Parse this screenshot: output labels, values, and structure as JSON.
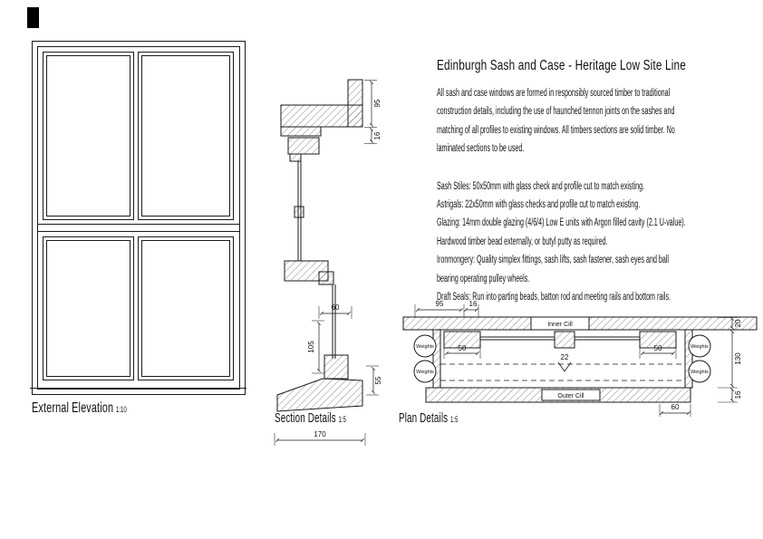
{
  "sheet": {
    "title": "Edinburgh Sash and Case - Heritage Low Site Line",
    "intro_lines": [
      "All sash and case windows are formed in responsibly sourced timber to traditional",
      "construction details, including the use of haunched tennon joints on the sashes and",
      "matching of all profiles to existing windows.  All timbers sections are solid timber.  No",
      "laminated sections to be used."
    ],
    "spec_lines": [
      "Sash Stiles:  50x50mm with glass check and profile cut to match existing.",
      "Astrigals:  22x50mm with glass checks and profile cut to match existing.",
      "Glazing:  14mm double glazing (4/6/4) Low E units with Argon filled cavity (2.1 U-value).",
      "Hardwood timber bead externally, or butyl putty as required.",
      "Ironmongery:  Quality simplex fittings, sash lifts, sash fastener, sash eyes and ball",
      "bearing operating pulley wheels.",
      "Draft Seals:  Run into parting beads, batton rod and meeting rails and bottom rails."
    ]
  },
  "elevation": {
    "label": "External Elevation",
    "scale": "1:10"
  },
  "section": {
    "label": "Section Details",
    "scale": "1:5",
    "dims": {
      "head_height": "95",
      "head_thickness": "16",
      "bottom_rail": "60",
      "cill_height": "105",
      "cill_depth": "55",
      "overall_depth": "170"
    }
  },
  "plan": {
    "label": "Plan Details",
    "scale": "1:5",
    "dims": {
      "case_depth": "95",
      "lining": "16",
      "stile_left": "50",
      "astragal": "22",
      "stile_right": "50",
      "cill_width": "60",
      "band_top": "20",
      "case_width": "130",
      "band_bottom": "16"
    },
    "annotations": {
      "weights": "Weights",
      "inner_cill": "Inner Cill",
      "outer_cill": "Outer Cill"
    }
  },
  "colors": {
    "ink": "#1a1a1a",
    "paper": "#ffffff"
  }
}
